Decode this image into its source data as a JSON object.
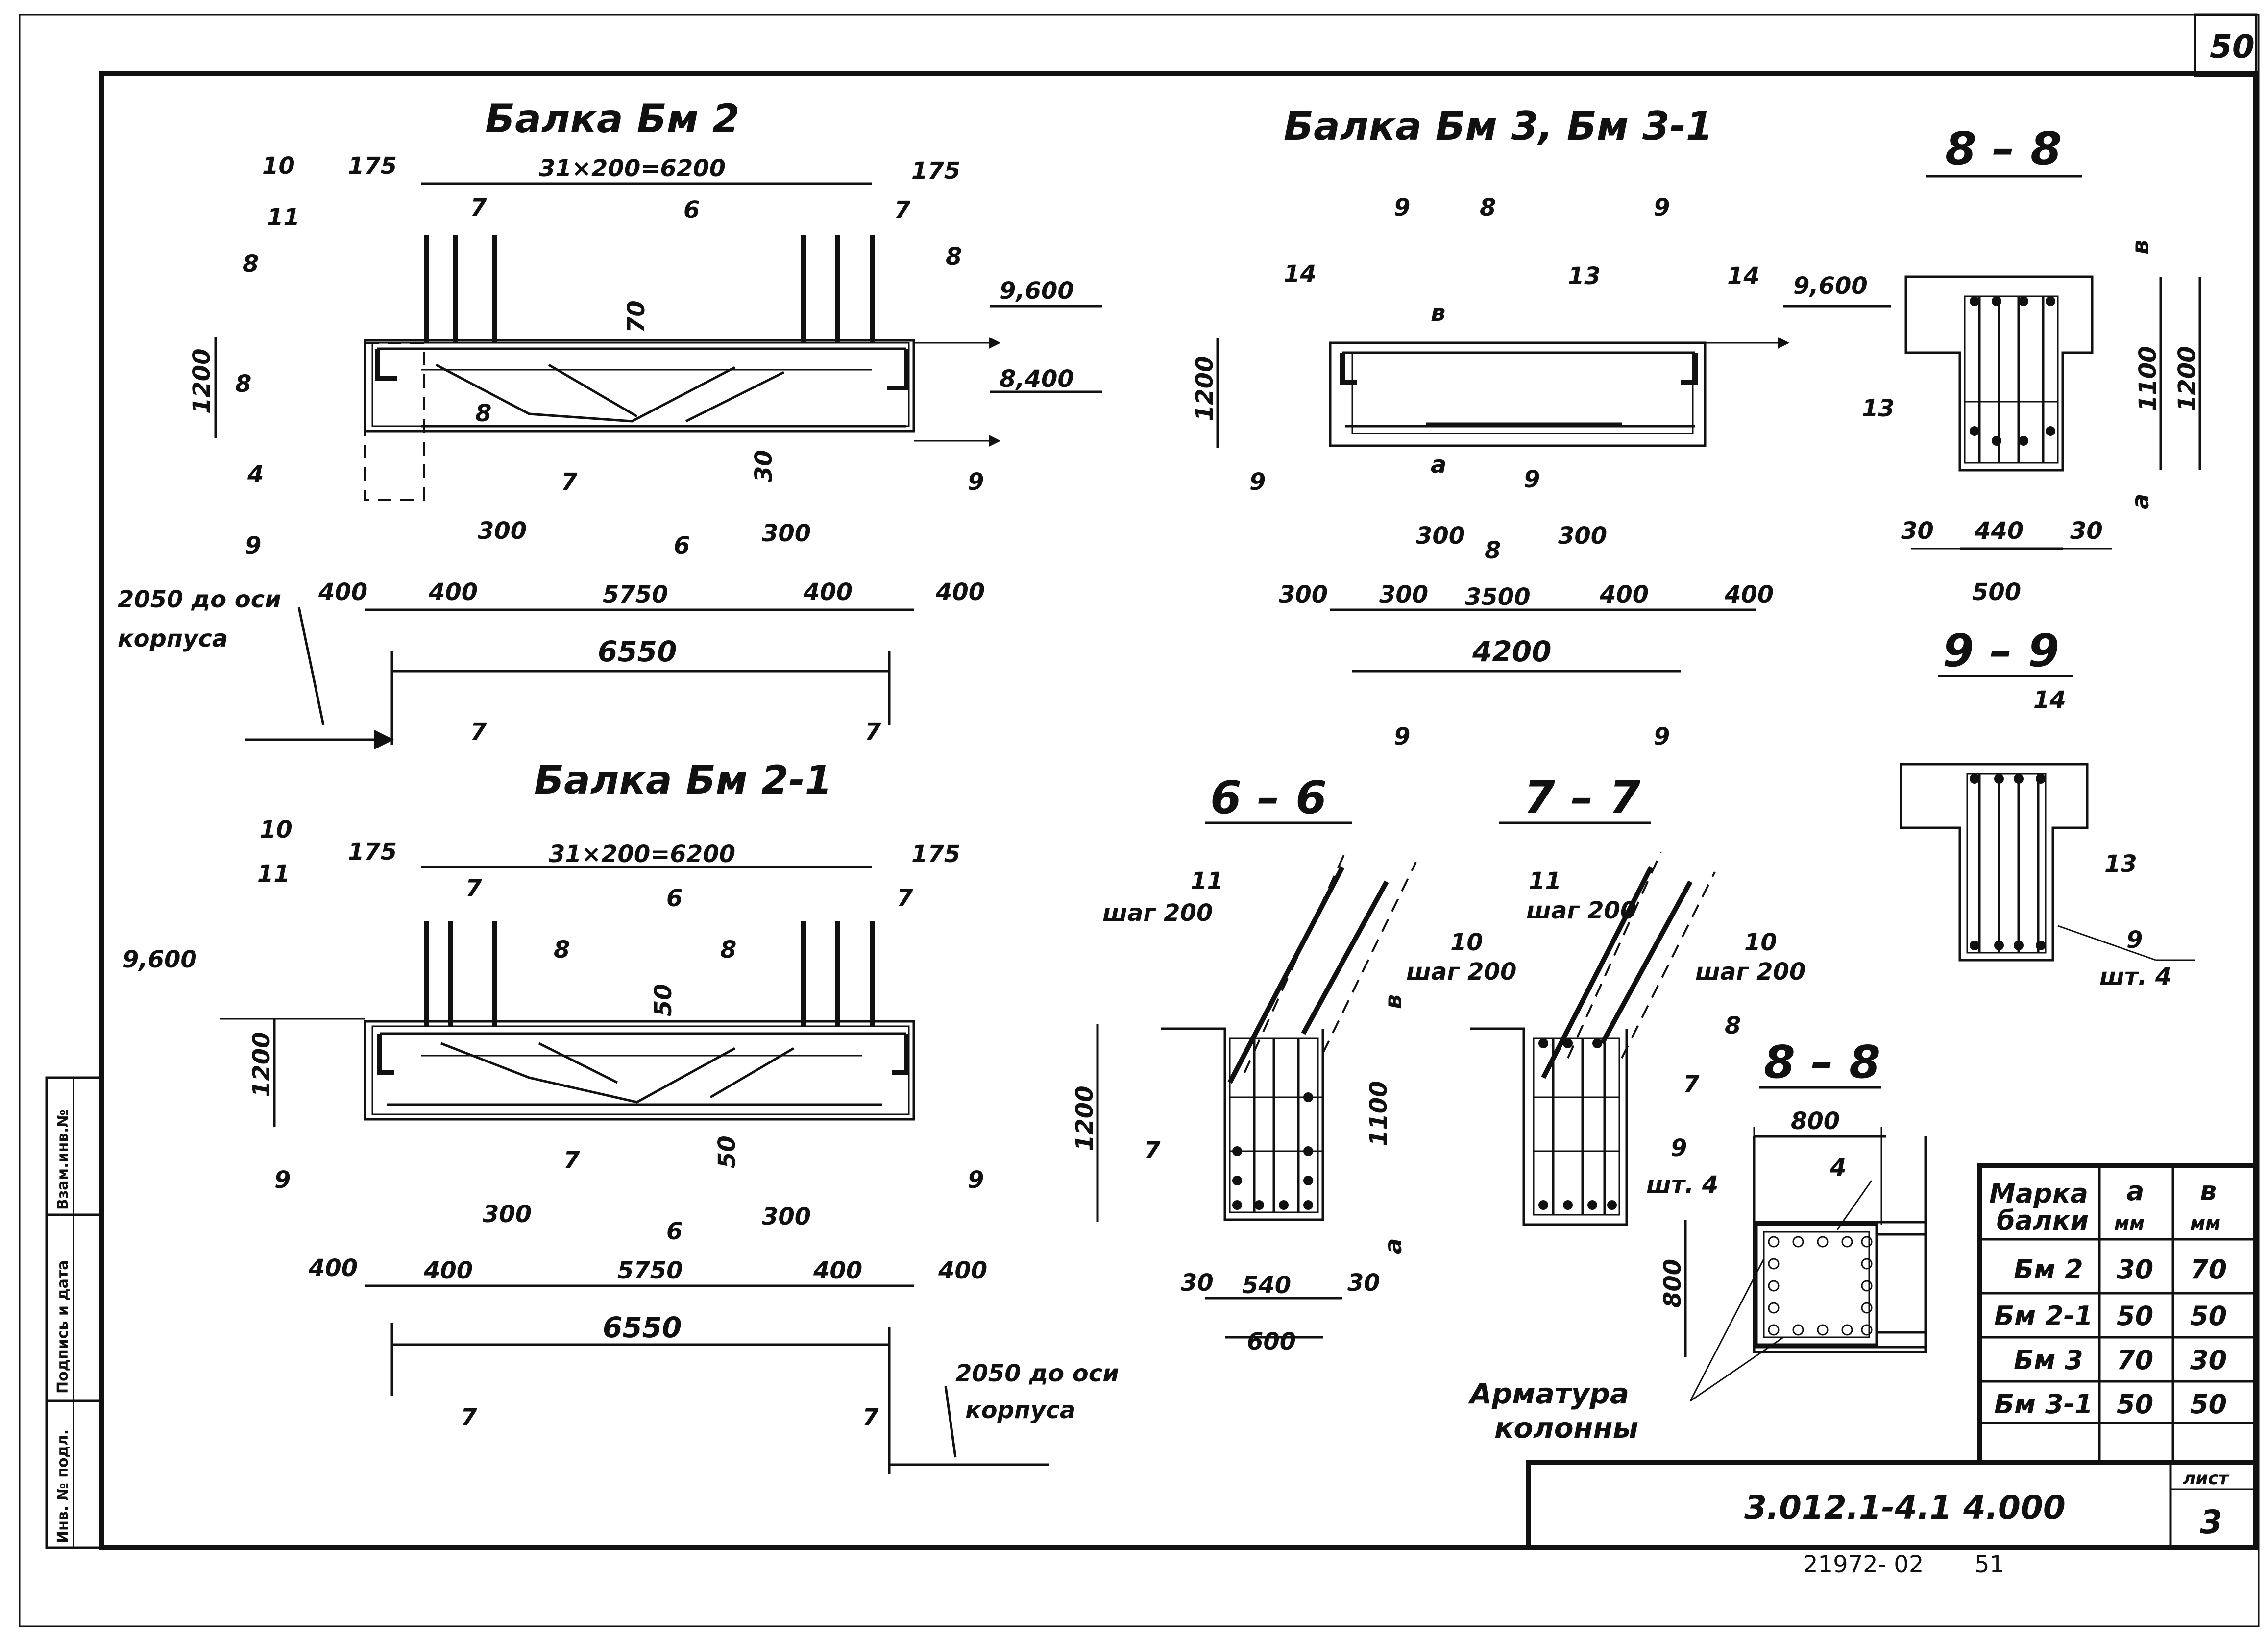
{
  "sheet": {
    "page_number": "50",
    "document_code": "3.012.1-4.1  4.000",
    "list_label": "лист",
    "list_number": "3",
    "archive_number": "21972- 02",
    "archive_page": "51",
    "side_stamp": [
      "Инв. № подл.",
      "Подпись и дата",
      "Взам.инв.№"
    ]
  },
  "bm2": {
    "title": "Балка Бм 2",
    "dims": {
      "d175_left": "175",
      "d175_right": "175",
      "spacing": "31×200=6200",
      "span_height": "1200",
      "d70": "70",
      "d30": "30",
      "d300_left": "300",
      "d300_right": "300",
      "d400_a": "400",
      "d400_b": "400",
      "d5750": "5750",
      "d400_c": "400",
      "d400_d": "400",
      "d6550": "6550",
      "axis_note_1": "2050 до оси",
      "axis_note_2": "корпуса"
    },
    "levels": {
      "top": "9,600",
      "bottom": "8,400"
    },
    "marks": {
      "m10": "10",
      "m11": "11",
      "m8_left": "8",
      "m8_right": "8",
      "m8_inner": "8",
      "m4": "4",
      "m9_left": "9",
      "m9_right": "9",
      "m7_a": "7",
      "m7_b": "7",
      "m7_c": "7",
      "sec8": "8",
      "sec6_top": "6",
      "sec6_bottom": "6",
      "sec7_left": "7",
      "sec7_right": "7"
    }
  },
  "bm3": {
    "title": "Балка Бм 3, Бм 3-1",
    "dims": {
      "height": "1200",
      "b": "в",
      "a": "а",
      "d300_a": "300",
      "d300_b": "300",
      "d300_c": "300",
      "d300_d": "300",
      "d3500": "3500",
      "d400_a": "400",
      "d400_b": "400",
      "d4200": "4200"
    },
    "levels": {
      "top": "9,600"
    },
    "marks": {
      "m14_left": "14",
      "m14_right": "14",
      "m13": "13",
      "m9_left": "9",
      "m9_right": "9",
      "sec9_tl": "9",
      "sec8_top": "8",
      "sec9_tr": "9",
      "sec8_bottom": "8",
      "sec9_bl": "9",
      "sec9_br": "9"
    }
  },
  "bm21": {
    "title": "Балка Бм 2-1",
    "dims": {
      "d175_left": "175",
      "d175_right": "175",
      "spacing": "31×200=6200",
      "height": "1200",
      "d50_top": "50",
      "d50_bottom": "50",
      "d300_left": "300",
      "d300_right": "300",
      "d400_a": "400",
      "d400_b": "400",
      "d5750": "5750",
      "d400_c": "400",
      "d400_d": "400",
      "d6550": "6550",
      "axis_note_1": "2050 до оси",
      "axis_note_2": "корпуса"
    },
    "levels": {
      "top": "9,600"
    },
    "marks": {
      "m10": "10",
      "m11": "11",
      "m8_a": "8",
      "m8_b": "8",
      "m9_left": "9",
      "m9_right": "9",
      "m7": "7",
      "sec7_tl": "7",
      "sec6_top": "6",
      "sec7_tr": "7",
      "sec6_bottom": "6",
      "sec7_bl": "7",
      "sec7_br": "7"
    }
  },
  "section88_top": {
    "title": "8 – 8",
    "dims": {
      "b": "в",
      "d1100": "1100",
      "d1200": "1200",
      "a": "а",
      "d30_l": "30",
      "d440": "440",
      "d30_r": "30",
      "d500": "500"
    },
    "marks": {
      "m13": "13"
    }
  },
  "section99": {
    "title": "9 – 9",
    "marks": {
      "m14": "14",
      "m13": "13",
      "m9": "9",
      "m9_qty": "шт. 4"
    }
  },
  "section66": {
    "title": "6 – 6",
    "dims": {
      "d1200": "1200",
      "d1100": "1100",
      "b": "в",
      "a": "а",
      "d30_l": "30",
      "d540": "540",
      "d30_r": "30",
      "d600": "600"
    },
    "marks": {
      "m11": "11",
      "m11_step": "шаг 200",
      "m10": "10",
      "m10_step": "шаг 200",
      "m7": "7"
    }
  },
  "section77": {
    "title": "7 – 7",
    "marks": {
      "m11": "11",
      "m11_step": "шаг 200",
      "m10": "10",
      "m10_step": "шаг 200",
      "m8": "8",
      "m7": "7",
      "m9": "9",
      "m9_qty": "шт. 4"
    }
  },
  "section88_col": {
    "title": "8 – 8",
    "dims": {
      "d800_top": "800",
      "d800_side": "800"
    },
    "marks": {
      "m4": "4"
    },
    "note_1": "Арматура",
    "note_2": "колонны"
  },
  "table": {
    "header": [
      "Марка балки",
      "а мм",
      "в мм"
    ],
    "header_lines": [
      [
        "Марка",
        "балки"
      ],
      [
        "а",
        "мм"
      ],
      [
        "в",
        "мм"
      ]
    ],
    "rows": [
      [
        "Бм 2",
        "30",
        "70"
      ],
      [
        "Бм 2-1",
        "50",
        "50"
      ],
      [
        "Бм 3",
        "70",
        "30"
      ],
      [
        "Бм 3-1",
        "50",
        "50"
      ]
    ]
  }
}
